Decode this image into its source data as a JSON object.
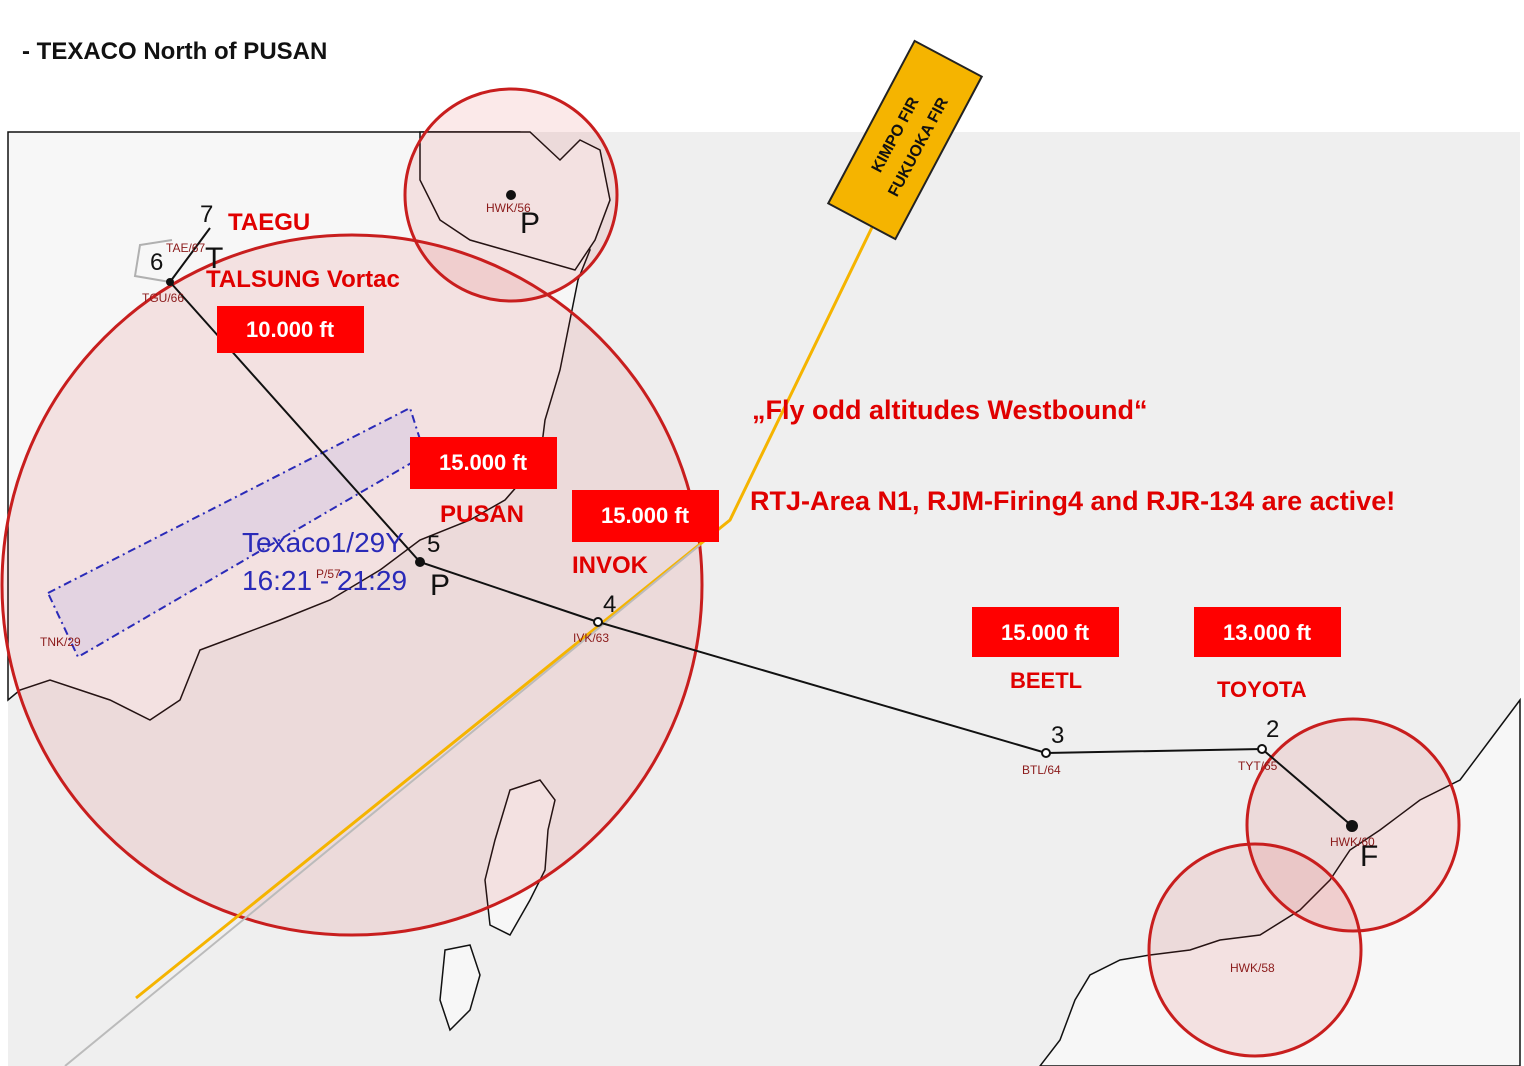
{
  "title": "- TEXACO  North of PUSAN",
  "fir_labels": [
    "KIMPO FIR",
    "FUKUOKA FIR"
  ],
  "notes": {
    "odd_altitudes": "„Fly odd altitudes Westbound“",
    "active_areas": "RTJ-Area N1, RJM-Firing4 and RJR-134 are active!"
  },
  "places": {
    "taegu": "TAEGU",
    "talsung": "TALSUNG Vortac",
    "pusan": "PUSAN",
    "invok": "INVOK",
    "beetl": "BEETL",
    "toyota": "TOYOTA"
  },
  "altitudes": [
    "10.000 ft",
    "15.000 ft",
    "15.000 ft",
    "15.000 ft",
    "13.000 ft"
  ],
  "waypoint_numbers": [
    "7",
    "6",
    "5",
    "4",
    "3",
    "2"
  ],
  "waypoint_codes": [
    "TAE/67",
    "TGU/66",
    "P/57",
    "IVK/63",
    "BTL/64",
    "TYT/65",
    "HWK/60",
    "HWK/58",
    "HWK/56",
    "TNK/29"
  ],
  "airfield_letters": [
    "T",
    "P",
    "P",
    "F"
  ],
  "tanker": {
    "name": "Texaco1/29Y",
    "time": "16:21 - 21:29"
  },
  "colors": {
    "label_red": "#e00000",
    "circle_red": "#c81e1e",
    "fir_line": "#f5b400",
    "texaco_blue": "#2a2ab8",
    "sea": "#efefef"
  }
}
